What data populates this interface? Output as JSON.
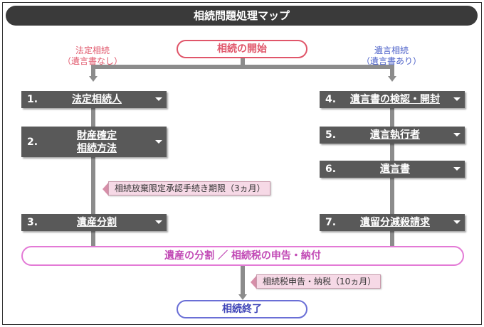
{
  "title": "相続問題処理マップ",
  "start": "相続の開始",
  "left_branch": {
    "line1": "法定相続",
    "line2": "（遺言書なし）"
  },
  "right_branch": {
    "line1": "遺言相続",
    "line2": "（遺言書あり）"
  },
  "left_steps": [
    {
      "num": "1.",
      "label": "法定相続人"
    },
    {
      "num": "2.",
      "label_line1": "財産確定",
      "label_line2": "相続方法"
    },
    {
      "num": "3.",
      "label": "遺産分割"
    }
  ],
  "right_steps": [
    {
      "num": "4.",
      "label": "遺言書の検認・開封"
    },
    {
      "num": "5.",
      "label": "遺言執行者"
    },
    {
      "num": "6.",
      "label": "遺言書"
    },
    {
      "num": "7.",
      "label": "遺留分減殺請求"
    }
  ],
  "deadline_renounce": "相続放棄限定承認手続き期限（3ヵ月）",
  "merge": "遺産の分割 ／ 相続税の申告・納付",
  "deadline_tax": "相続税申告・納税（10ヵ月）",
  "end": "相続終了",
  "colors": {
    "start_border": "#e0566a",
    "left_label": "#e0566a",
    "right_label": "#4a5fc8",
    "merge_border": "#e37ad6",
    "merge_text": "#c24bb6",
    "end_border": "#6a6fd6",
    "end_text": "#3f45b8",
    "box_fill": "#595959",
    "connector": "#8c8c8c"
  }
}
